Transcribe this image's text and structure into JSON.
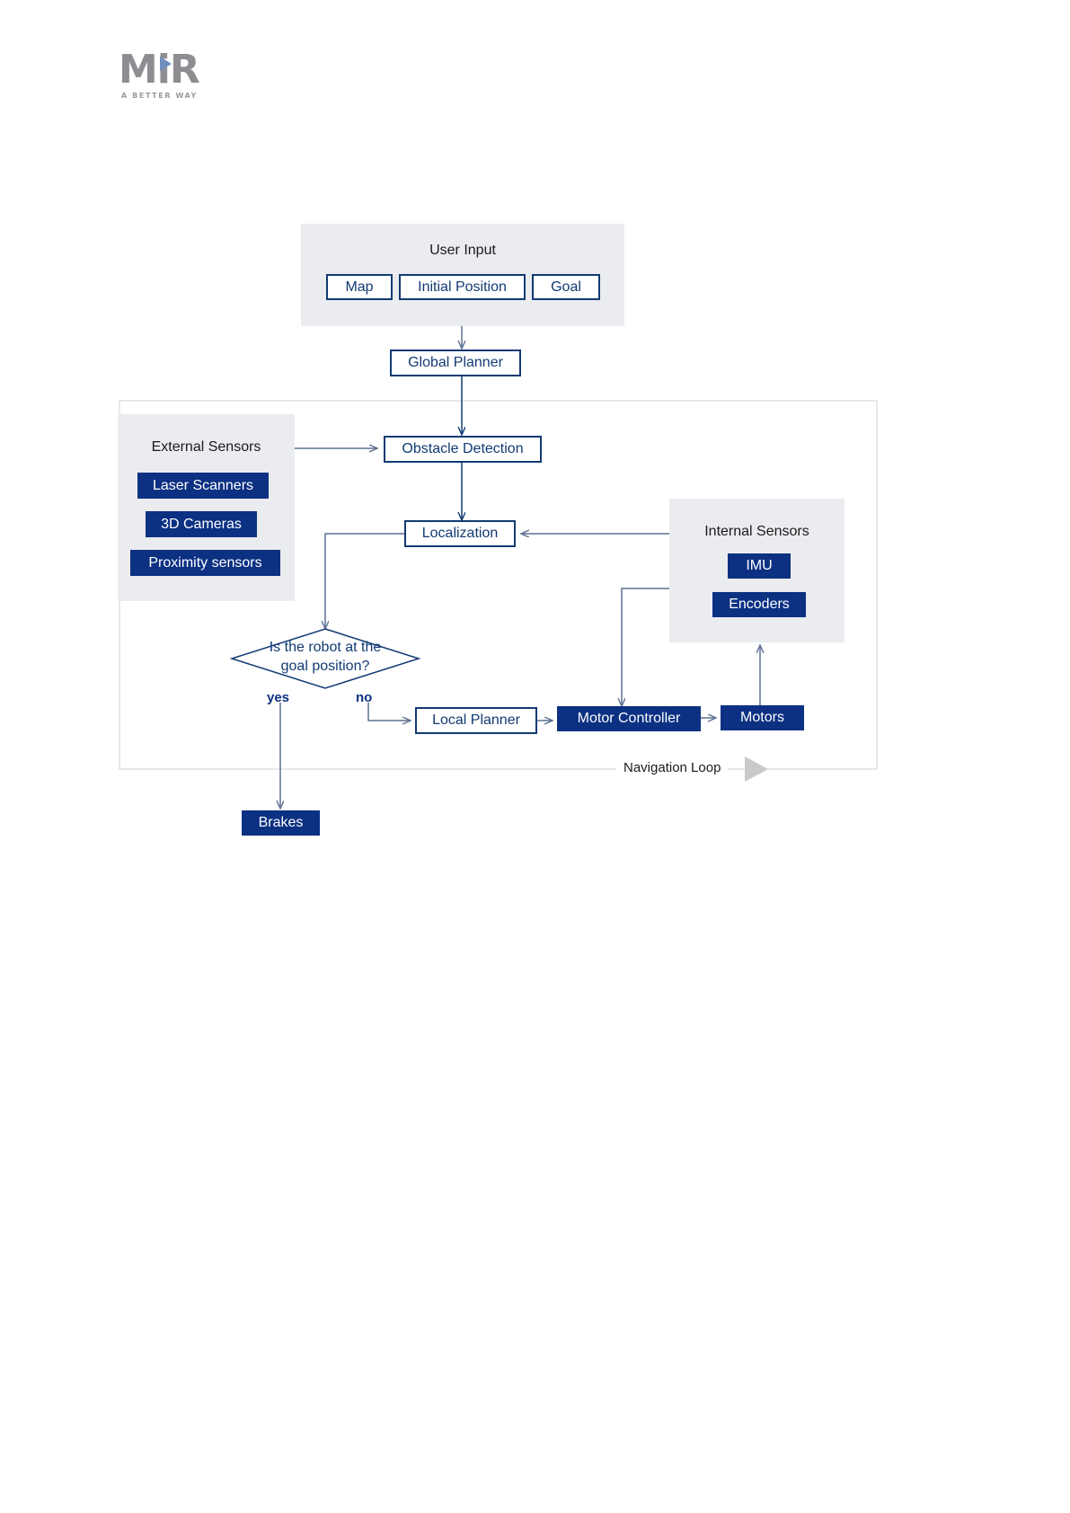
{
  "logo": {
    "name": "MiR",
    "tagline": "A BETTER WAY"
  },
  "colors": {
    "fill_blue": "#0c3082",
    "stroke_blue": "#123a73",
    "panel_gray": "#eaecef",
    "line_gray": "#6b7f9e",
    "loop_arrow_gray": "#c9c9c9"
  },
  "diagram": {
    "user_input": {
      "title": "User Input",
      "items": [
        {
          "label": "Map"
        },
        {
          "label": "Initial Position"
        },
        {
          "label": "Goal"
        }
      ]
    },
    "external_sensors": {
      "title": "External Sensors",
      "items": [
        {
          "label": "Laser Scanners"
        },
        {
          "label": "3D Cameras"
        },
        {
          "label": "Proximity sensors"
        }
      ]
    },
    "internal_sensors": {
      "title": "Internal Sensors",
      "items": [
        {
          "label": "IMU"
        },
        {
          "label": "Encoders"
        }
      ]
    },
    "nodes": {
      "global_planner": "Global Planner",
      "obstacle_detection": "Obstacle Detection",
      "localization": "Localization",
      "local_planner": "Local Planner",
      "motor_controller": "Motor Controller",
      "motors": "Motors",
      "brakes": "Brakes"
    },
    "decision": {
      "line1": "Is the robot at the",
      "line2": "goal position?"
    },
    "edge_labels": {
      "yes": "yes",
      "no": "no"
    },
    "loop": {
      "label": "Navigation Loop"
    }
  }
}
